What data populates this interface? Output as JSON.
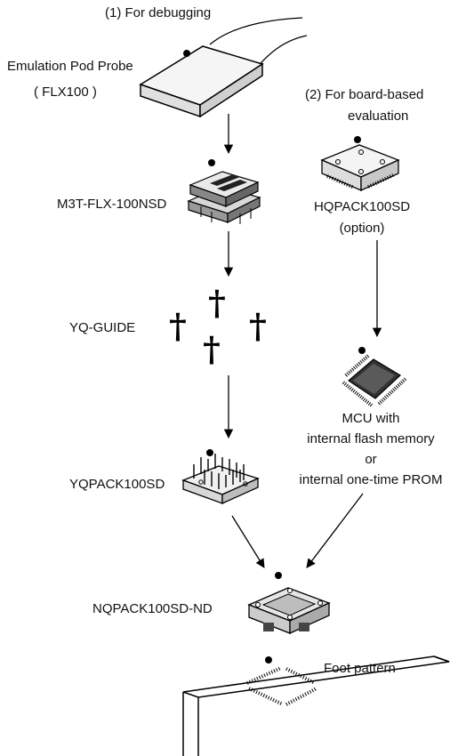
{
  "labels": {
    "debugging_heading": "(1) For debugging",
    "emulation_pod_line1": "Emulation Pod Probe",
    "emulation_pod_line2": "( FLX100 )",
    "board_heading_line1": "(2) For board-based",
    "board_heading_line2": "evaluation",
    "m3t": "M3T-FLX-100NSD",
    "hqpack_line1": "HQPACK100SD",
    "hqpack_line2": "(option)",
    "yq_guide": "YQ-GUIDE",
    "mcu_line1": "MCU with",
    "mcu_line2": "internal flash memory",
    "mcu_line3": "or",
    "mcu_line4": "internal one-time PROM",
    "yqpack": "YQPACK100SD",
    "nqpack": "NQPACK100SD-ND",
    "foot_pattern": "Foot pattern"
  },
  "guide_glyph": "†",
  "colors": {
    "line": "#000000",
    "fill_light": "#f2f2f2",
    "fill_mid": "#cfcfcf",
    "fill_dark": "#555555"
  }
}
